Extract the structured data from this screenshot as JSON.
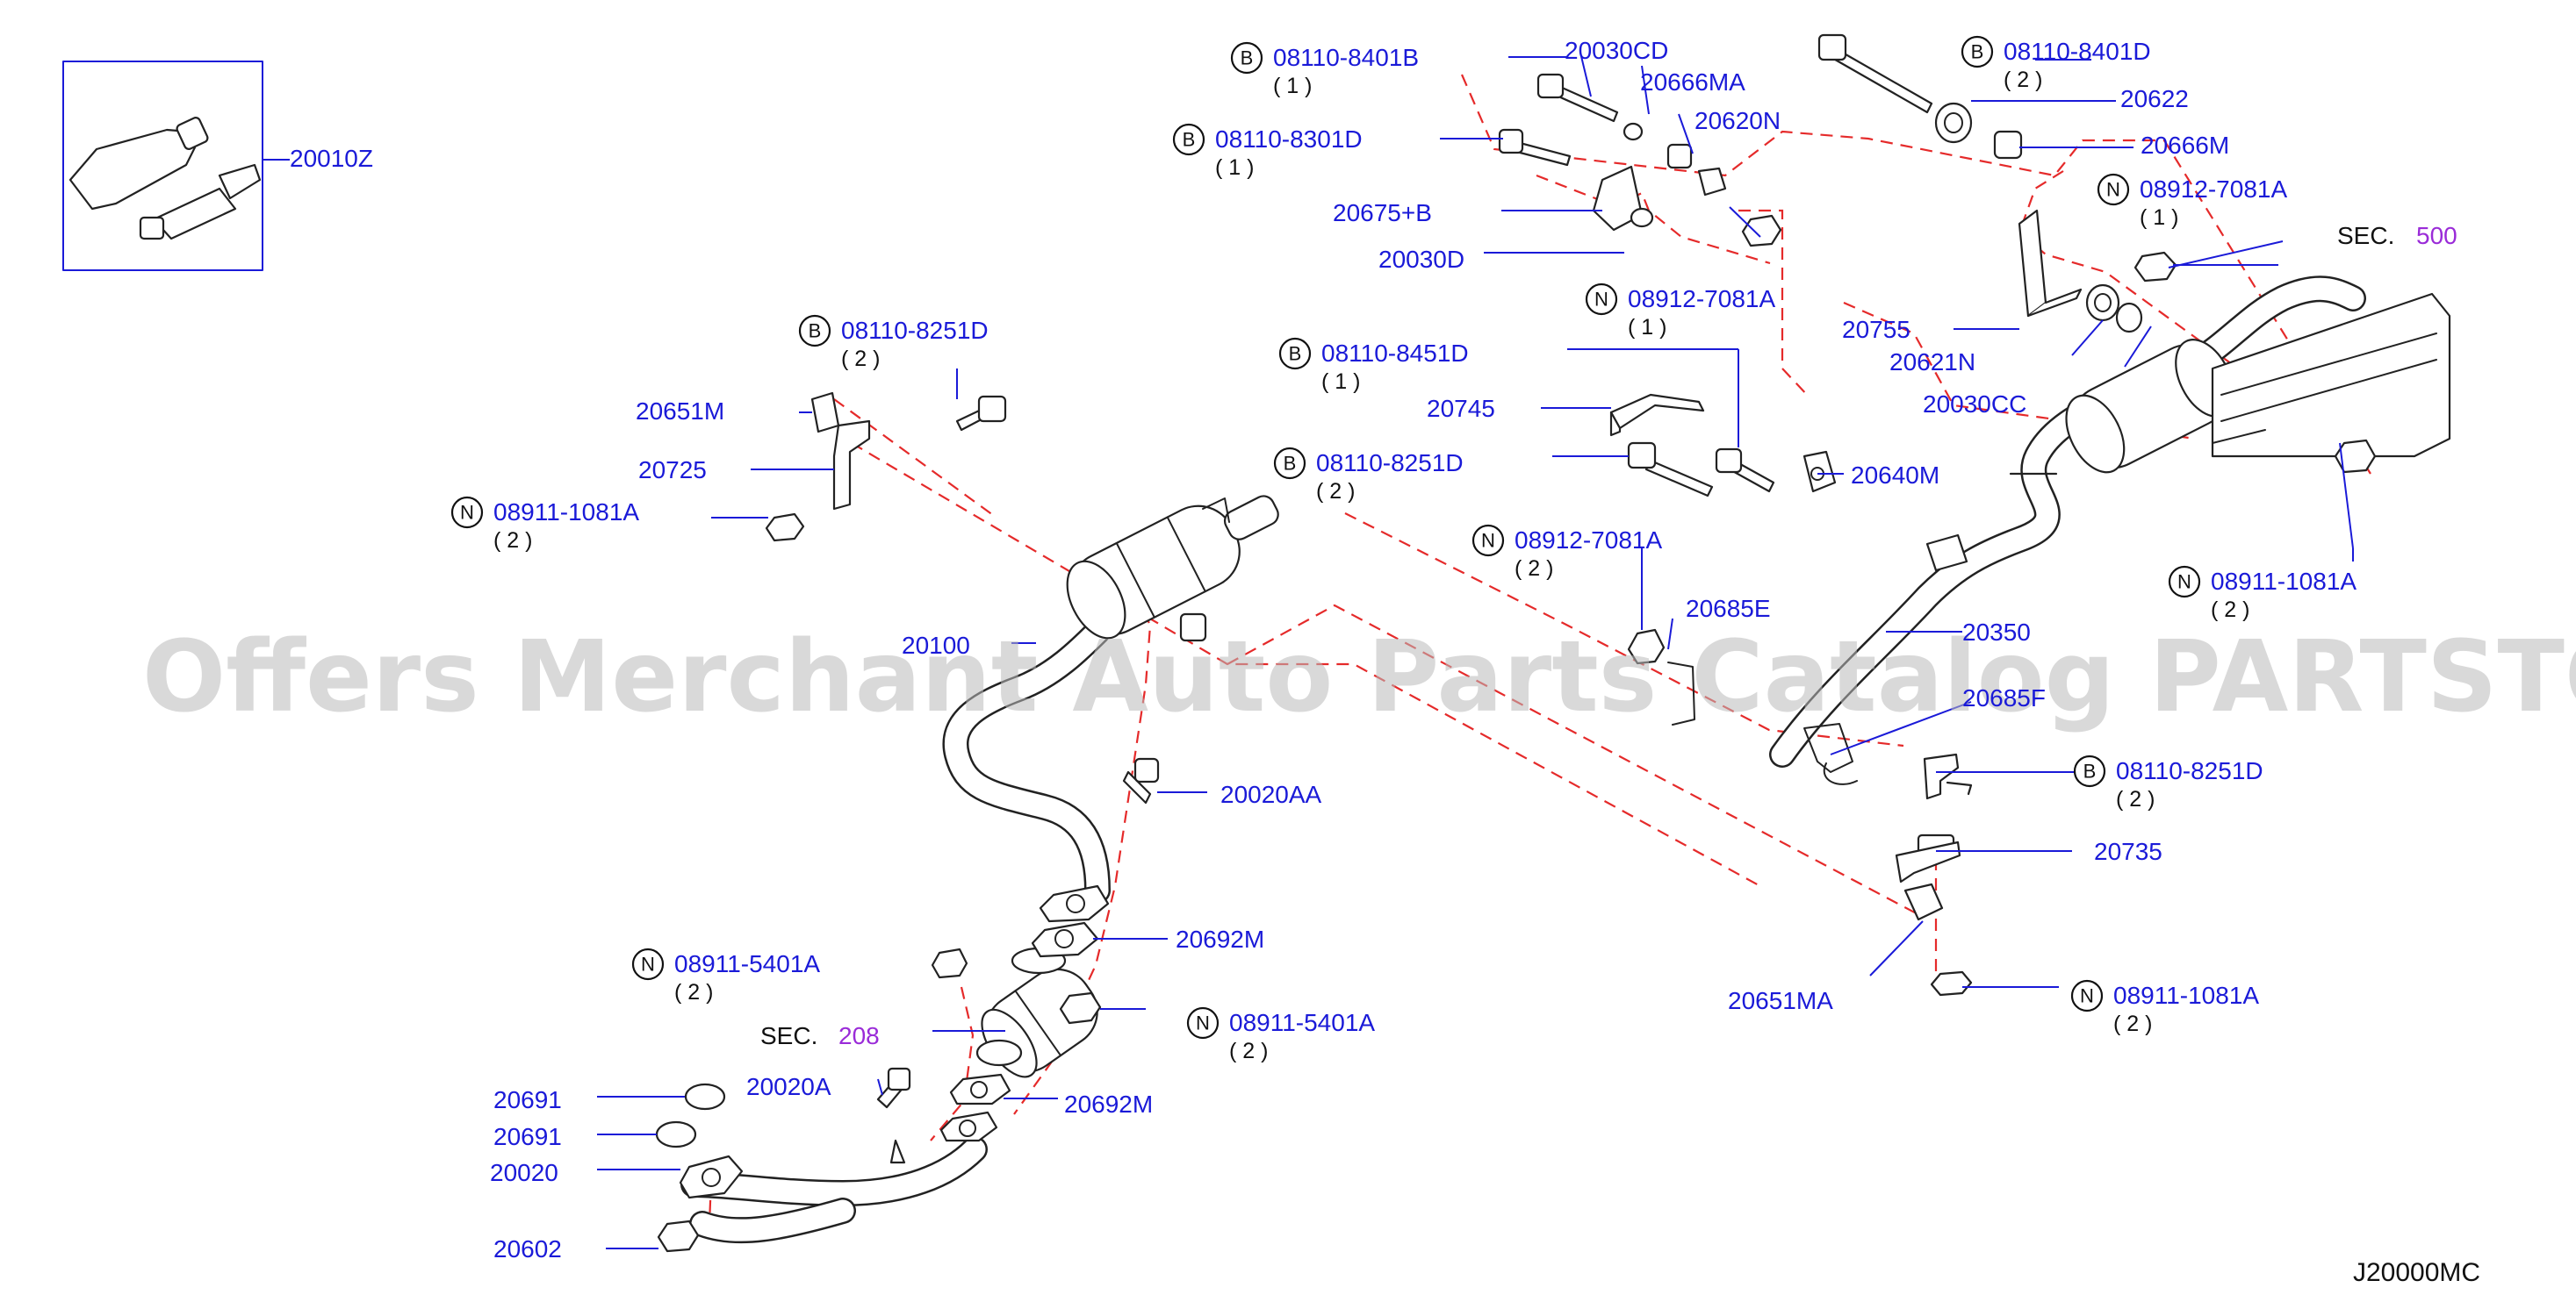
{
  "watermark": "Offers Merchant Auto Parts Catalog PARTSTORE.SA",
  "diagram_code": "J20000MC",
  "sections": [
    {
      "label": "SEC.",
      "number": "500"
    },
    {
      "label": "SEC.",
      "number": "208"
    }
  ],
  "fastener_prefixes": {
    "bolt": "B",
    "nut": "N"
  },
  "callouts": [
    {
      "part": "20010Z"
    },
    {
      "part": "08110-8401B",
      "qty": "( 1 )",
      "prefix": "B"
    },
    {
      "part": "20030CD"
    },
    {
      "part": "20666MA"
    },
    {
      "part": "08110-8301D",
      "qty": "( 1 )",
      "prefix": "B"
    },
    {
      "part": "20620N"
    },
    {
      "part": "20675+B"
    },
    {
      "part": "20030D"
    },
    {
      "part": "08912-7081A",
      "qty": "( 1 )",
      "prefix": "N"
    },
    {
      "part": "08110-8401D",
      "qty": "( 2 )",
      "prefix": "B"
    },
    {
      "part": "20622"
    },
    {
      "part": "20666M"
    },
    {
      "part": "08912-7081A",
      "qty": "( 1 )",
      "prefix": "N"
    },
    {
      "part": "20755"
    },
    {
      "part": "20621N"
    },
    {
      "part": "20030CC"
    },
    {
      "part": "08110-8251D",
      "qty": "( 2 )",
      "prefix": "B"
    },
    {
      "part": "20651M"
    },
    {
      "part": "20725"
    },
    {
      "part": "08911-1081A",
      "qty": "( 2 )",
      "prefix": "N"
    },
    {
      "part": "08110-8451D",
      "qty": "( 1 )",
      "prefix": "B"
    },
    {
      "part": "20745"
    },
    {
      "part": "08110-8251D",
      "qty": "( 2 )",
      "prefix": "B"
    },
    {
      "part": "20640M"
    },
    {
      "part": "08911-1081A",
      "qty": "( 2 )",
      "prefix": "N"
    },
    {
      "part": "08912-7081A",
      "qty": "( 2 )",
      "prefix": "N"
    },
    {
      "part": "20685E"
    },
    {
      "part": "20100"
    },
    {
      "part": "20350"
    },
    {
      "part": "20685F"
    },
    {
      "part": "20020AA"
    },
    {
      "part": "08110-8251D",
      "qty": "( 2 )",
      "prefix": "B"
    },
    {
      "part": "20735"
    },
    {
      "part": "20692M"
    },
    {
      "part": "08911-5401A",
      "qty": "( 2 )",
      "prefix": "N"
    },
    {
      "part": "08911-5401A",
      "qty": "( 2 )",
      "prefix": "N"
    },
    {
      "part": "20651MA"
    },
    {
      "part": "08911-1081A",
      "qty": "( 2 )",
      "prefix": "N"
    },
    {
      "part": "20691"
    },
    {
      "part": "20020A"
    },
    {
      "part": "20692M"
    },
    {
      "part": "20691"
    },
    {
      "part": "20020"
    },
    {
      "part": "20602"
    }
  ]
}
